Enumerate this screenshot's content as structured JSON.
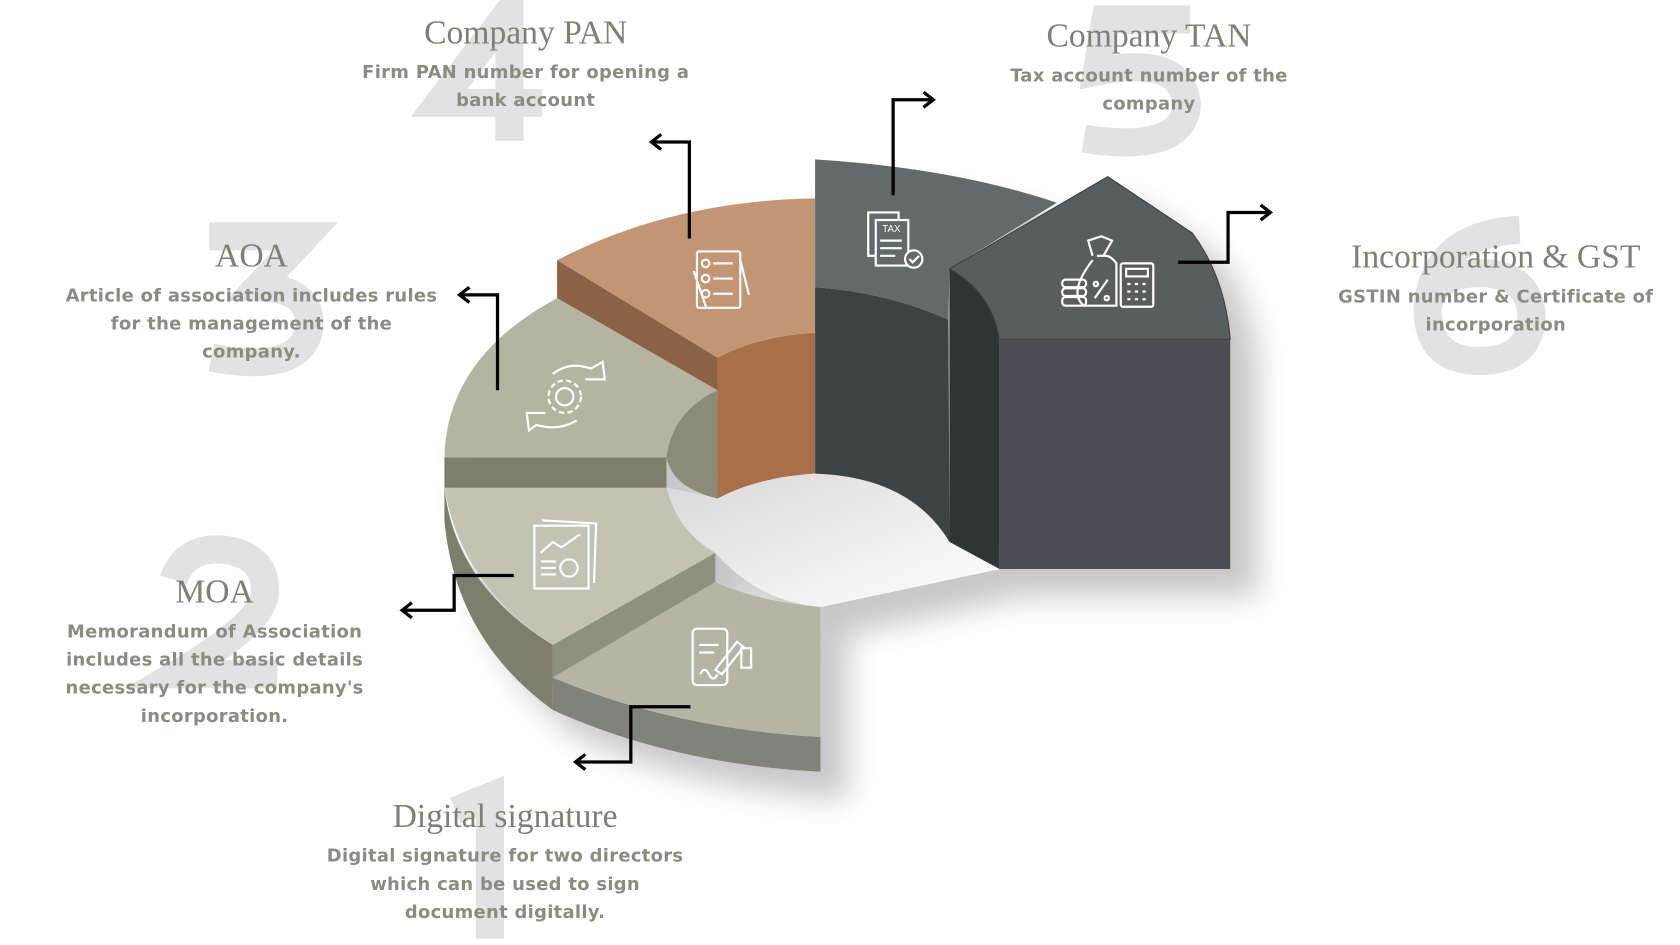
{
  "steps": [
    {
      "number": "1",
      "title": "Digital signature",
      "description": [
        "Digital signature for two directors",
        "which can be used to sign",
        "document digitally."
      ],
      "icon": "mobile-signature-icon",
      "color": "#b4b5a4"
    },
    {
      "number": "2",
      "title": "MOA",
      "description": [
        "Memorandum of Association",
        "includes all the basic details",
        "necessary for the company's",
        "incorporation."
      ],
      "icon": "report-chart-icon",
      "color": "#c2c3b3"
    },
    {
      "number": "3",
      "title": "AOA",
      "description": [
        "Article of association includes rules",
        "for the management of the",
        "company."
      ],
      "icon": "hands-gear-icon",
      "color": "#b5b4a1"
    },
    {
      "number": "4",
      "title": "Company PAN",
      "description": [
        "Firm PAN number for opening a",
        "bank account"
      ],
      "icon": "checklist-document-icon",
      "color": "#c29573"
    },
    {
      "number": "5",
      "title": "Company TAN",
      "description": [
        "Tax account number of the",
        "company"
      ],
      "icon": "tax-document-icon",
      "icon_text": "TAX",
      "color": "#636a6b"
    },
    {
      "number": "6",
      "title": "Incorporation & GST",
      "description": [
        "GSTIN number & Certificate of",
        "incorporation"
      ],
      "icon": "money-bag-calculator-icon",
      "color": "#55595b"
    }
  ]
}
